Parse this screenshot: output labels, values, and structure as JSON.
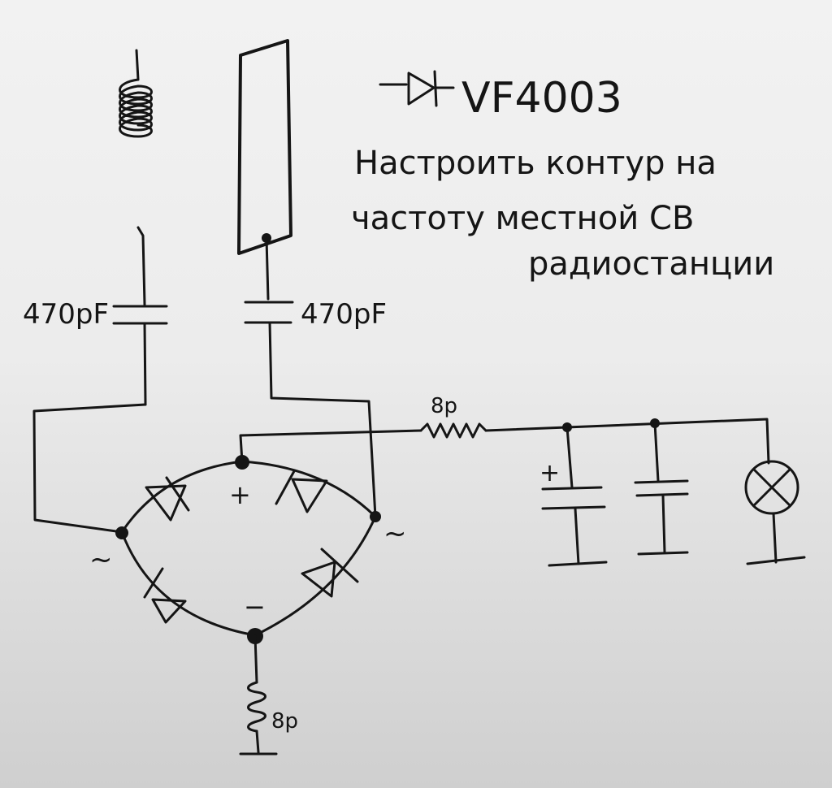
{
  "note": {
    "diode_type": "VF4003",
    "instruction_line1": "Настроить контур на",
    "instruction_line2": "частоту местной СВ",
    "instruction_line3": "радиостанции"
  },
  "components": {
    "cap_left_label": "470pF",
    "cap_right_label": "470pF",
    "resistor_top_label": "8p",
    "resistor_bottom_label": "8p",
    "bridge_plus_label": "+",
    "bridge_minus_label": "−",
    "bridge_ac_left_label": "~",
    "bridge_ac_right_label": "~",
    "electrolytic_plus_label": "+"
  }
}
